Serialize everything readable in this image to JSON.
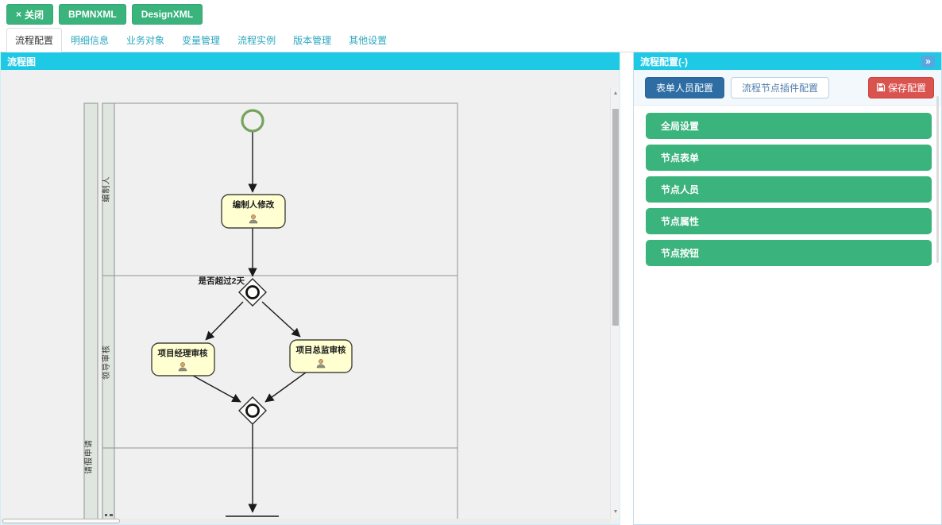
{
  "colors": {
    "button_green": "#3ab37c",
    "header_cyan": "#1ec9e6",
    "primary_blue": "#2e6da4",
    "danger_red": "#d9534f",
    "collapse_blue": "#58a6dd",
    "task_fill": "#ffffd2",
    "start_event_stroke": "#76a35c",
    "tab_link": "#2ea8c0"
  },
  "toolbar": {
    "close_icon": "×",
    "close_label": "关闭",
    "bpmn_label": "BPMNXML",
    "design_label": "DesignXML"
  },
  "tabs": [
    {
      "label": "流程配置",
      "active": true
    },
    {
      "label": "明细信息",
      "active": false
    },
    {
      "label": "业务对象",
      "active": false
    },
    {
      "label": "变量管理",
      "active": false
    },
    {
      "label": "流程实例",
      "active": false
    },
    {
      "label": "版本管理",
      "active": false
    },
    {
      "label": "其他设置",
      "active": false
    }
  ],
  "left_panel": {
    "title": "流程图"
  },
  "right_panel": {
    "title": "流程配置(-)",
    "collapse_icon": "»",
    "form_person_button": "表单人员配置",
    "plugin_button": "流程节点插件配置",
    "save_button": "保存配置",
    "accordion": [
      {
        "label": "全局设置"
      },
      {
        "label": "节点表单"
      },
      {
        "label": "节点人员"
      },
      {
        "label": "节点属性"
      },
      {
        "label": "节点按钮"
      }
    ]
  },
  "diagram": {
    "pool_label": "请假申请",
    "lane1_label": "编制人",
    "lane2_label": "领导审核",
    "task1_label": "编制人修改",
    "gateway1_label": "是否超过2天",
    "task2_label": "项目经理审核",
    "task3_label": "项目总监审核"
  }
}
